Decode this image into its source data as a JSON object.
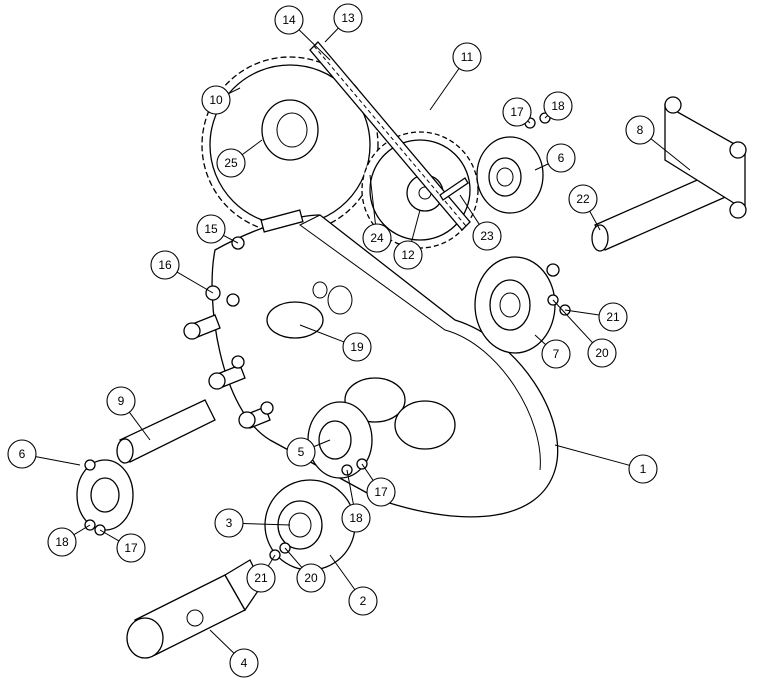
{
  "drawing": {
    "type": "exploded assembly view",
    "balloons": [
      "10",
      "14",
      "13",
      "11",
      "25",
      "17",
      "18",
      "8",
      "6",
      "22",
      "24",
      "12",
      "23",
      "15",
      "16",
      "21",
      "20",
      "7",
      "19",
      "9",
      "1",
      "5",
      "6",
      "17",
      "18",
      "3",
      "18",
      "17",
      "21",
      "20",
      "2",
      "4"
    ]
  }
}
